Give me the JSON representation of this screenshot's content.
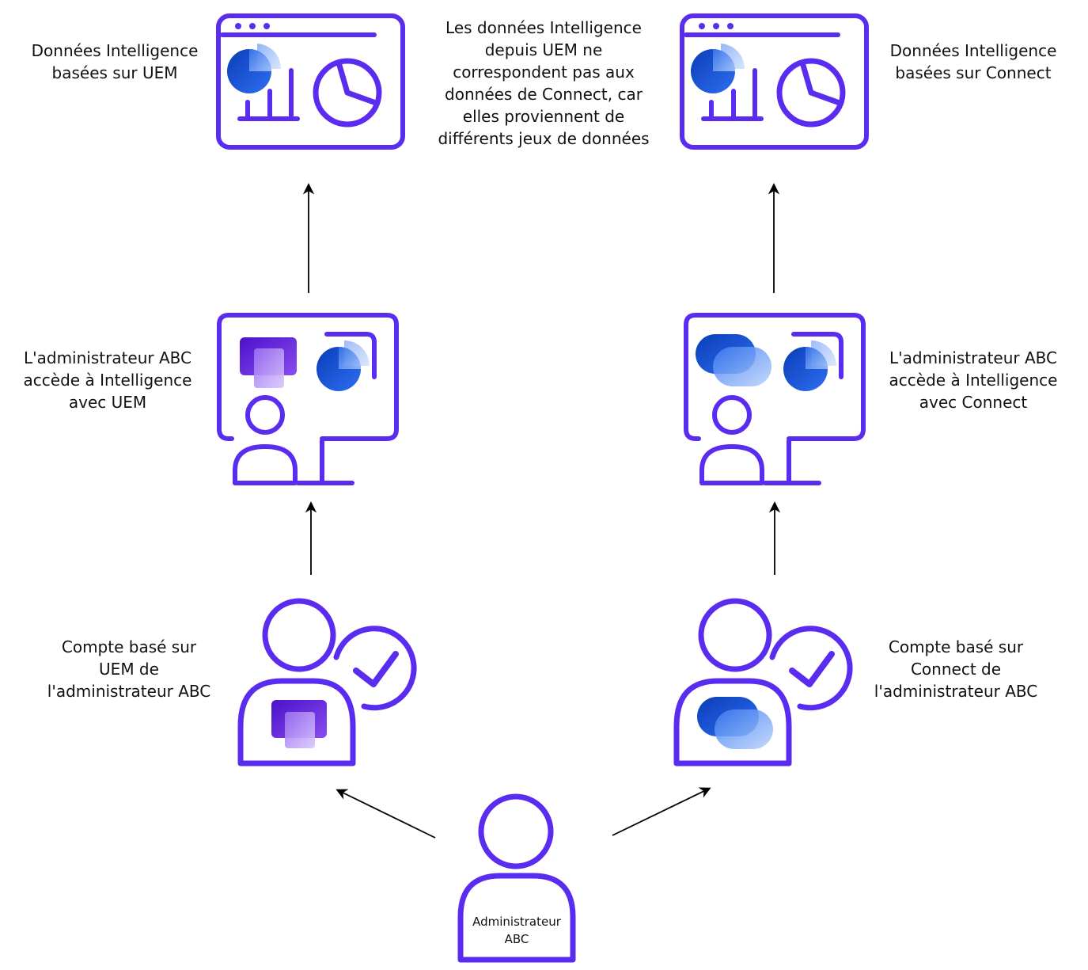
{
  "labels": {
    "uem_data": [
      "Données Intelligence",
      "basées sur UEM"
    ],
    "note": [
      "Les données Intelligence",
      "depuis UEM ne",
      "correspondent pas aux",
      "données de Connect, car",
      "elles proviennent de",
      "différents jeux de données"
    ],
    "connect_data": [
      "Données Intelligence",
      "basées sur Connect"
    ],
    "uem_access": [
      "L'administrateur ABC",
      "accède à Intelligence",
      "avec UEM"
    ],
    "connect_access": [
      "L'administrateur ABC",
      "accède à Intelligence",
      "avec Connect"
    ],
    "uem_account": [
      "Compte basé sur",
      "UEM de",
      "l'administrateur ABC"
    ],
    "connect_account": [
      "Compte basé sur",
      "Connect de",
      "l'administrateur ABC"
    ],
    "admin": [
      "Administrateur",
      "ABC"
    ]
  },
  "colors": {
    "stroke": "#5a2cf0",
    "blue_dark": "#0b3db8",
    "blue_light": "#4f8df5",
    "purple_dark": "#5b1fd6",
    "purple_light": "#b18cf5",
    "arrow": "#000000"
  },
  "icons": [
    "dashboard-icon",
    "monitor-user-icon",
    "account-check-icon",
    "user-icon"
  ]
}
